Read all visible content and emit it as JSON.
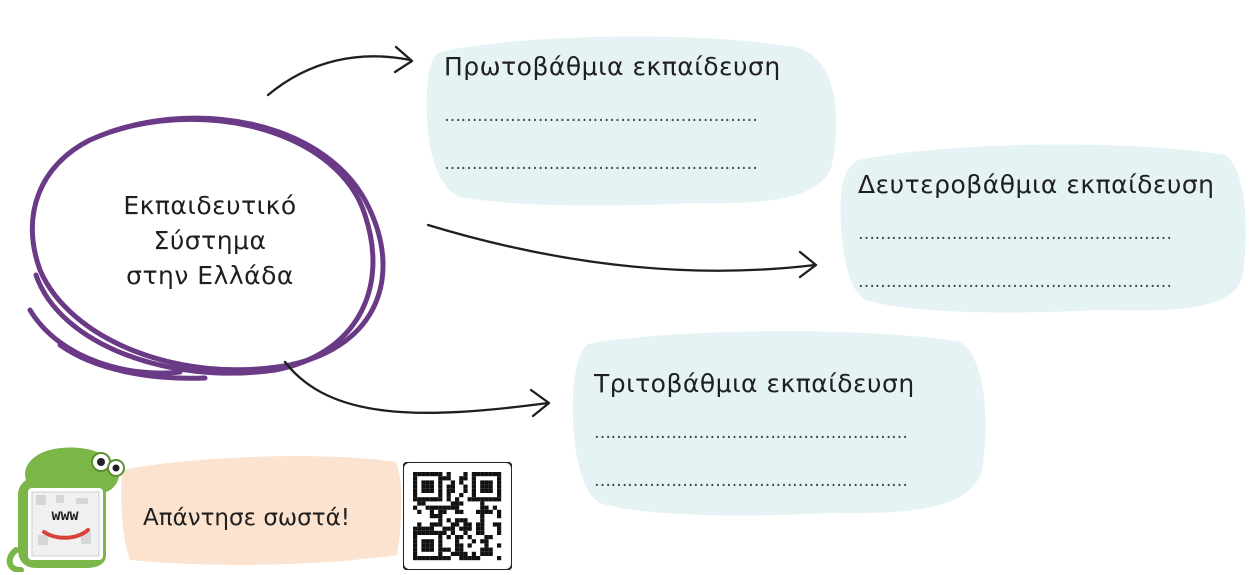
{
  "center": {
    "lines": [
      "Εκπαιδευτικό",
      "Σύστημα",
      "στην Ελλάδα"
    ]
  },
  "boxes": [
    {
      "title": "Πρωτοβάθμια εκπαίδευση",
      "line1": "…………………………………………………",
      "line2": "…………………………………………………"
    },
    {
      "title": "Δευτεροβάθμια εκπαίδευση",
      "line1": "…………………………………………………",
      "line2": "…………………………………………………"
    },
    {
      "title": "Τριτοβάθμια εκπαίδευση",
      "line1": "…………………………………………………",
      "line2": "…………………………………………………"
    }
  ],
  "footer": {
    "answer_label": "Απάντησε σωστά!",
    "mascot_letters": "www"
  },
  "colors": {
    "ellipse": "#6b3a86",
    "cloud": "#e6f3f4",
    "banner": "#fbe3cf",
    "mascot": "#7ab648"
  }
}
